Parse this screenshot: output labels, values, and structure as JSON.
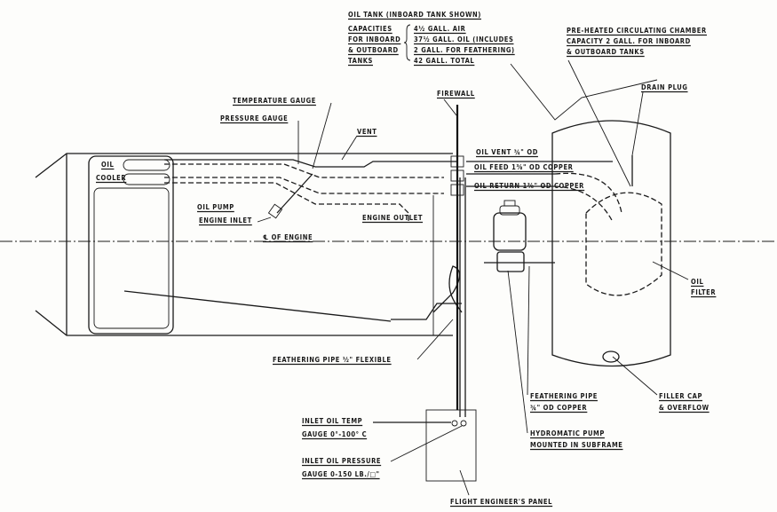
{
  "title_note": {
    "heading": "OIL TANK (INBOARD TANK SHOWN)",
    "capacities_label": [
      "CAPACITIES",
      "FOR INBOARD",
      "& OUTBOARD",
      "TANKS"
    ],
    "capacities_values": [
      "4½ GALL. AIR",
      "37½ GALL. OIL (INCLUDES",
      "2 GALL. FOR FEATHERING)",
      "42 GALL. TOTAL"
    ]
  },
  "chamber_note": [
    "PRE-HEATED CIRCULATING CHAMBER",
    "CAPACITY 2 GALL. FOR INBOARD",
    "& OUTBOARD TANKS"
  ],
  "labels": {
    "drain_plug": "DRAIN PLUG",
    "firewall": "FIREWALL",
    "temperature_gauge": "TEMPERATURE GAUGE",
    "pressure_gauge": "PRESSURE GAUGE",
    "vent": "VENT",
    "oil_vent": "OIL VENT ¾\" OD",
    "oil_feed": "OIL FEED 1⅜\" OD COPPER",
    "oil_return": "OIL RETURN 1⅜\" OD COPPER",
    "oil_cooler": [
      "OIL",
      "COOLER"
    ],
    "oil_pump": "OIL PUMP",
    "engine_inlet": "ENGINE INLET",
    "engine_outlet": "ENGINE OUTLET",
    "engine_centerline": "℄ OF ENGINE",
    "oil_filter": [
      "OIL",
      "FILTER"
    ],
    "feathering_flexible": "FEATHERING PIPE ½\" FLEXIBLE",
    "feathering_copper": [
      "FEATHERING PIPE",
      "¾\" OD COPPER"
    ],
    "filler_cap": [
      "FILLER CAP",
      "& OVERFLOW"
    ],
    "inlet_temp": [
      "INLET OIL TEMP",
      "GAUGE 0°-100° C"
    ],
    "inlet_pressure": [
      "INLET OIL PRESSURE",
      "GAUGE 0-150 LB./□\""
    ],
    "hydromatic_pump": [
      "HYDROMATIC PUMP",
      "MOUNTED IN SUBFRAME"
    ],
    "flight_engineer_panel": "FLIGHT ENGINEER'S PANEL"
  }
}
